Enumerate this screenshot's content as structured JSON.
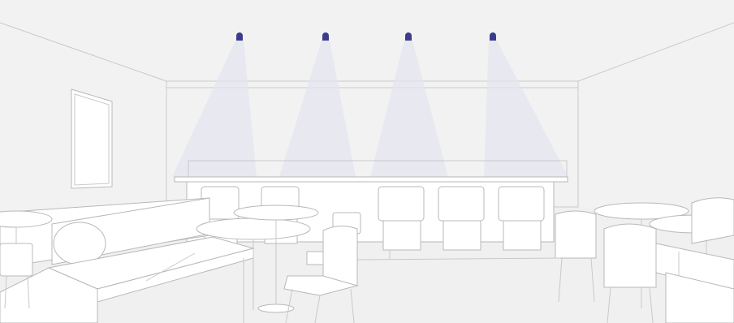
{
  "scene": {
    "kind": "line-drawing-illustration",
    "subject": "cafe-bar-interior",
    "colors": {
      "background": "#ffffff",
      "wall": "#f2f2f2",
      "floor": "#f0f0f0",
      "line": "#c9c9c9",
      "light_beam": "#e4e4f0",
      "spotlight": "#3c3c8c"
    },
    "counts": {
      "spotlights": 4,
      "bar_stools": 6,
      "tables": 3
    }
  }
}
